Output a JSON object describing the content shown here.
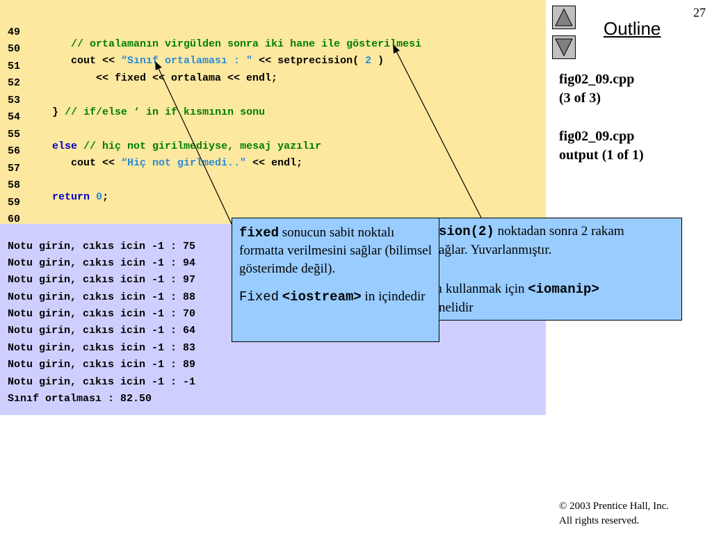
{
  "page_number": "27",
  "outline": {
    "title": "Outline",
    "up_icon": "triangle-up-icon",
    "down_icon": "triangle-down-icon",
    "file_label": "fig02_09.cpp",
    "file_part": "(3 of 3)",
    "output_label": "fig02_09.cpp",
    "output_part": "output (1 of 1)"
  },
  "code": {
    "lines": [
      {
        "num": "49",
        "indent": "      ",
        "comment": "// ortalamanın virgülden sonra iki hane ile gösterilmesi"
      },
      {
        "num": "50",
        "indent": "      ",
        "text_a": "cout << ",
        "str": "“Sınıf ortalaması : \"",
        "text_b": " << setprecision( ",
        "number": "2",
        "text_c": " )"
      },
      {
        "num": "51",
        "indent": "          ",
        "text": "<< fixed << ortalama << endl;"
      },
      {
        "num": "52"
      },
      {
        "num": "53",
        "indent": "   ",
        "text": "} ",
        "comment": "// if/else ‘ in if kısmının sonu"
      },
      {
        "num": "54"
      },
      {
        "num": "55",
        "indent": "   ",
        "keyword": "else",
        "comment": " // hiç not girilmediyse, mesaj yazılır"
      },
      {
        "num": "56",
        "indent": "      ",
        "text_a": "cout << ",
        "str": "“Hiç not girlmedi..\"",
        "text_b": " << endl;"
      },
      {
        "num": "57"
      },
      {
        "num": "58",
        "indent": "   ",
        "keyword": "return",
        "space": " ",
        "number": "0",
        "tail": ";"
      },
      {
        "num": "59"
      },
      {
        "num": "60",
        "text": "}"
      }
    ]
  },
  "output": {
    "lines": [
      "Notu girin, cıkıs icin -1 : 75",
      "Notu girin, cıkıs icin -1 : 94",
      "Notu girin, cıkıs icin -1 : 97",
      "Notu girin, cıkıs icin -1 : 88",
      "Notu girin, cıkıs icin -1 : 70",
      "Notu girin, cıkıs icin -1 : 64",
      "Notu girin, cıkıs icin -1 : 83",
      "Notu girin, cıkıs icin -1 : 89",
      "Notu girin, cıkıs icin -1 : -1",
      "Sınıf ortalması : 82.50"
    ]
  },
  "callout_fixed": {
    "code": "fixed",
    "text": " sonucun sabit noktalı formatta verilmesini sağlar (bilimsel gösterimde değil).",
    "line2_code": "Fixed",
    "line2_header": "<iostream>",
    "line2_text": " in içindedir"
  },
  "callout_setprecision": {
    "code_visible": "sion(2)",
    "line1_text": " noktadan sonra 2 rakam",
    "line2_text": "ağlar. Yuvarlanmıştır.",
    "line3_text": "ı kullanmak için ",
    "line3_header": "<iomanip>",
    "line4_text": "nelidir"
  },
  "copyright": {
    "symbol": "©",
    "line1": " 2003 Prentice Hall, Inc.",
    "line2": "All rights reserved."
  },
  "colors": {
    "code_bg": "#fde8a0",
    "output_bg": "#cfcfff",
    "callout_bg": "#99ccff",
    "keyword": "#0000cc",
    "comment": "#008000",
    "string": "#2a8cd6"
  }
}
